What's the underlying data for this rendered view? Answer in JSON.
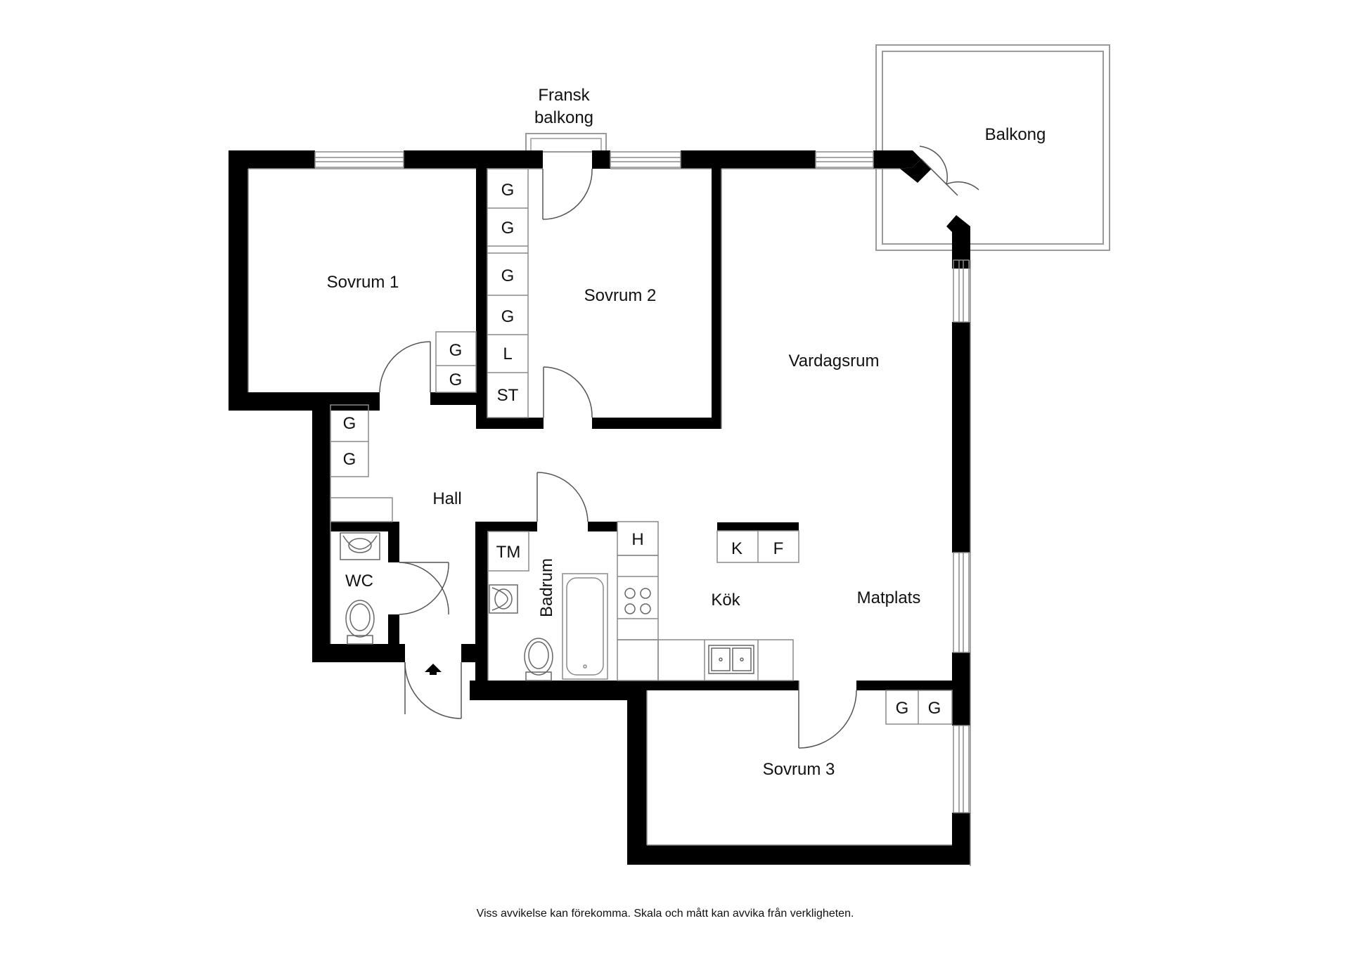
{
  "rooms": {
    "sovrum1": "Sovrum 1",
    "sovrum2": "Sovrum 2",
    "sovrum3": "Sovrum 3",
    "vardagsrum": "Vardagsrum",
    "hall": "Hall",
    "wc": "WC",
    "badrum": "Badrum",
    "kok": "Kök",
    "matplats": "Matplats",
    "balkong": "Balkong",
    "fransk_balkong_line1": "Fransk",
    "fransk_balkong_line2": "balkong"
  },
  "storage": {
    "g": "G",
    "l": "L",
    "st": "ST",
    "tm": "TM",
    "h": "H",
    "k": "K",
    "f": "F"
  },
  "disclaimer": "Viss avvikelse kan förekomma. Skala och mått kan avvika från verkligheten.",
  "colors": {
    "wall": "#000000",
    "line": "#8a8a8a",
    "background": "#ffffff"
  }
}
